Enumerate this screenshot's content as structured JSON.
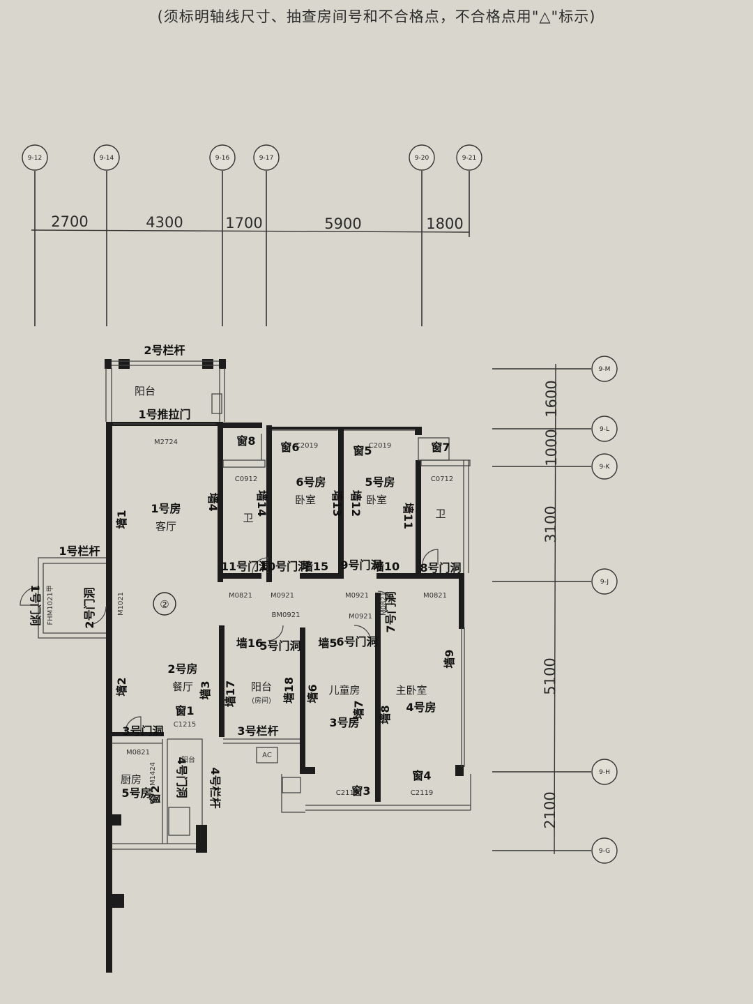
{
  "header_note": "(须标明轴线尺寸、抽查房间号和不合格点，不合格点用\"△\"标示)",
  "axes_top": [
    "9-12",
    "9-14",
    "9-16",
    "9-17",
    "9-20",
    "9-21"
  ],
  "dims_top": [
    "2700",
    "4300",
    "1700",
    "5900",
    "1800"
  ],
  "axes_right": [
    "9-M",
    "9-L",
    "9-K",
    "9-J",
    "9-H",
    "9-G"
  ],
  "dims_right": [
    "1600",
    "1000",
    "3100",
    "5100",
    "2100"
  ],
  "unit_marker": "②",
  "labels": {
    "balcony_rail_2": "2号栏杆",
    "balcony_top": "阳台",
    "sliding_door_1": "1号推拉门",
    "m2724": "M2724",
    "room1_no": "1号房",
    "room1_name": "客厅",
    "wall1": "墙1",
    "wall4": "墙4",
    "rail_1": "1号栏杆",
    "door_1": "1号门洞",
    "fhm": "FHM1021甲",
    "door_2": "2号门洞",
    "m1021": "M1021",
    "room2_no": "2号房",
    "room2_name": "餐厅",
    "wall2": "墙2",
    "wall3": "墙3",
    "win1": "窗1",
    "c1215": "C1215",
    "door_3": "3号门洞",
    "m0821_a": "M0821",
    "room5_no": "5号房",
    "room5_name": "厨房",
    "m1424": "M1424",
    "door_4": "4号门洞",
    "rail_4": "4号栏杆",
    "kitchen_balcony": "阳台",
    "win2": "窗2",
    "win8": "窗8",
    "c0912": "C0912",
    "bath_left": "卫",
    "wall14": "墙14",
    "door_11": "11号门洞",
    "door_10": "10号门洞",
    "m0821_b": "M0821",
    "m0921_a": "M0921",
    "win6": "窗6",
    "c2019_a": "C2019",
    "room6_no": "6号房",
    "room6_name": "卧室",
    "wall13": "墙13",
    "wall15": "墙15",
    "win5": "窗5",
    "c2019_b": "C2019",
    "room5b_no": "5号房",
    "room5b_name": "卧室",
    "wall12": "墙12",
    "wall11": "墙11",
    "door_9": "9号门洞",
    "wall10": "墙10",
    "m0921_b": "M0921",
    "win7": "窗7",
    "c0712": "C0712",
    "bath_right": "卫",
    "door_8": "8号门洞",
    "m0821_c": "M0821",
    "bm0921": "BM0921",
    "m0921_c": "M0921",
    "door_7": "7号门洞",
    "m0821_d": "M0821",
    "wall16": "墙16",
    "door_5": "5号门洞",
    "wall17": "墙17",
    "balcony_room": "阳台",
    "balcony_room_sub": "(房间)",
    "wall18": "墙18",
    "rail_3": "3号栏杆",
    "wall5": "墙5",
    "door_6": "6号门洞",
    "room3_name": "儿童房",
    "room3_no": "3号房",
    "wall6": "墙6",
    "wall7": "墙7",
    "c2119_a": "C2119",
    "win3": "窗3",
    "room4_name": "主卧室",
    "room4_no": "4号房",
    "wall8": "墙8",
    "wall9": "墙9",
    "win4": "窗4",
    "c2119_b": "C2119",
    "ac": "AC"
  }
}
